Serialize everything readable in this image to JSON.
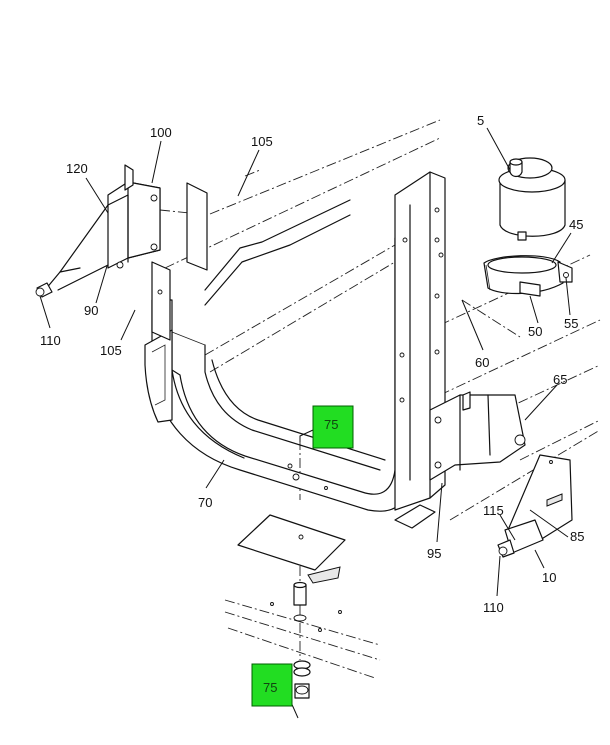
{
  "diagram": {
    "callouts": {
      "c5": "5",
      "c100": "100",
      "c105a": "105",
      "c120": "120",
      "c45": "45",
      "c90": "90",
      "c110a": "110",
      "c105b": "105",
      "c50": "50",
      "c55": "55",
      "c60": "60",
      "c65": "65",
      "c70": "70",
      "c95": "95",
      "c115": "115",
      "c85": "85",
      "c10": "10",
      "c110b": "110"
    },
    "highlights": {
      "h75a": "75",
      "h75b": "75"
    },
    "colors": {
      "highlight_fill": "#22dd22",
      "line": "#111111",
      "background": "#ffffff"
    }
  }
}
